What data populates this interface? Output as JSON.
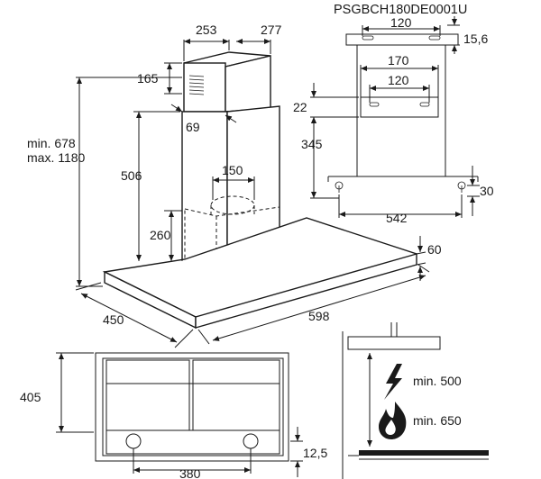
{
  "model_code": "PSGBCH180DE0001U",
  "main_view": {
    "chimney_width": "253",
    "chimney_depth": "277",
    "chimney_top_height": "165",
    "chimney_offset": "69",
    "total_height_min": "min. 678",
    "total_height_max": "max. 1180",
    "chimney_lower_height": "506",
    "outlet_diameter": "150",
    "motor_height": "260",
    "canopy_thickness": "60",
    "hood_depth": "450",
    "hood_width": "598"
  },
  "bracket_view": {
    "top_spacing": "120",
    "top_offset": "15,6",
    "mid_spacing": "170",
    "inner_spacing": "120",
    "bracket_height": "22",
    "drop_height": "345",
    "bottom_offset": "30",
    "bottom_spacing": "542"
  },
  "top_view": {
    "depth": "405",
    "light_spacing": "380",
    "edge_offset": "12,5"
  },
  "clearance_view": {
    "electric_min": "min. 500",
    "gas_min": "min. 650"
  }
}
